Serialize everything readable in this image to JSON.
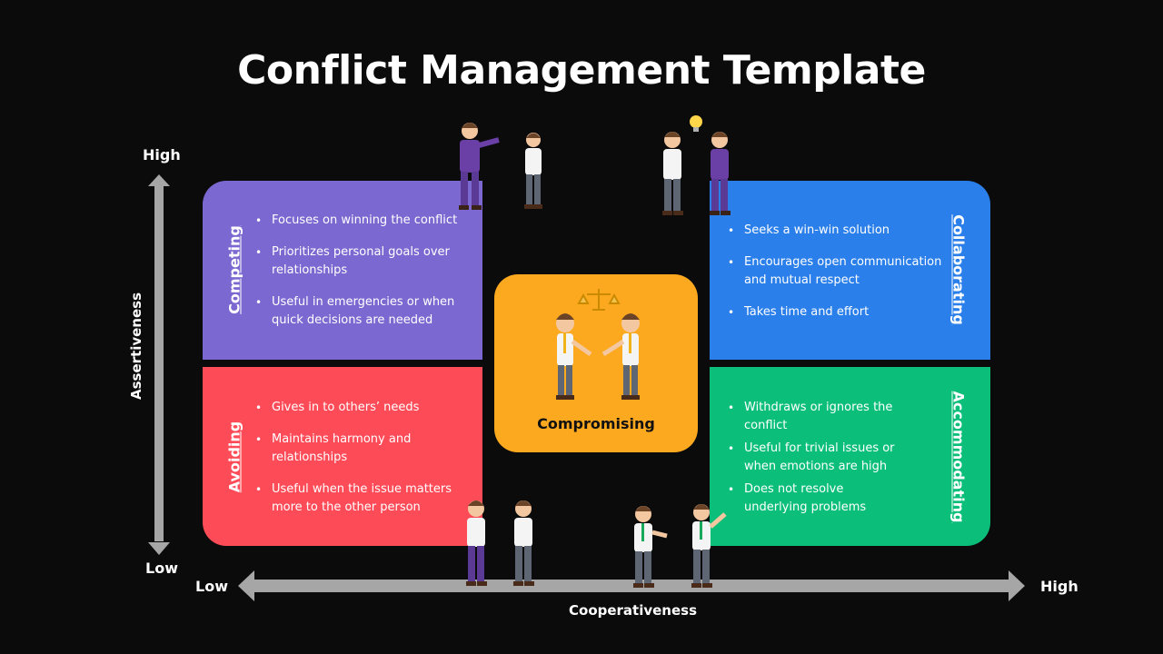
{
  "title": "Conflict Management Template",
  "axes": {
    "y_title": "Assertiveness",
    "y_high": "High",
    "y_low": "Low",
    "x_title": "Cooperativeness",
    "x_low": "Low",
    "x_high": "High"
  },
  "colors": {
    "competing": "#7b68d0",
    "collaborating": "#2a7fea",
    "avoiding": "#fe4b58",
    "accommodating": "#0bbf7a",
    "compromising": "#fda920",
    "arrow": "#a6a6a6"
  },
  "quadrants": {
    "competing": {
      "label": "Competing",
      "points": [
        "Focuses on winning the conflict",
        "Prioritizes personal goals over relationships",
        "Useful in emergencies or when quick decisions are needed"
      ]
    },
    "collaborating": {
      "label": "Collaborating",
      "points": [
        "Seeks a win-win solution",
        "Encourages open communication and mutual respect",
        "Takes time and effort"
      ]
    },
    "avoiding": {
      "label": "Avoiding",
      "points": [
        "Gives in to others’ needs",
        "Maintains harmony and relationships",
        "Useful when the issue matters more to the other person"
      ]
    },
    "accommodating": {
      "label": "Accommodating",
      "points": [
        "Withdraws or ignores the conflict",
        "Useful for trivial issues or when emotions are high",
        "Does not resolve underlying problems"
      ]
    },
    "compromising": {
      "label": "Compromising"
    }
  }
}
